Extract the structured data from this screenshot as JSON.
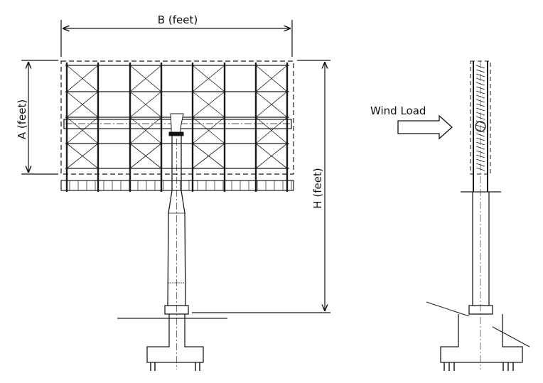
{
  "labels": {
    "width": "B (feet)",
    "panel_height": "A (feet)",
    "total_height": "H (feet)",
    "wind": "Wind Load"
  },
  "colors": {
    "line": "#1a1a1a",
    "background": "#ffffff"
  }
}
